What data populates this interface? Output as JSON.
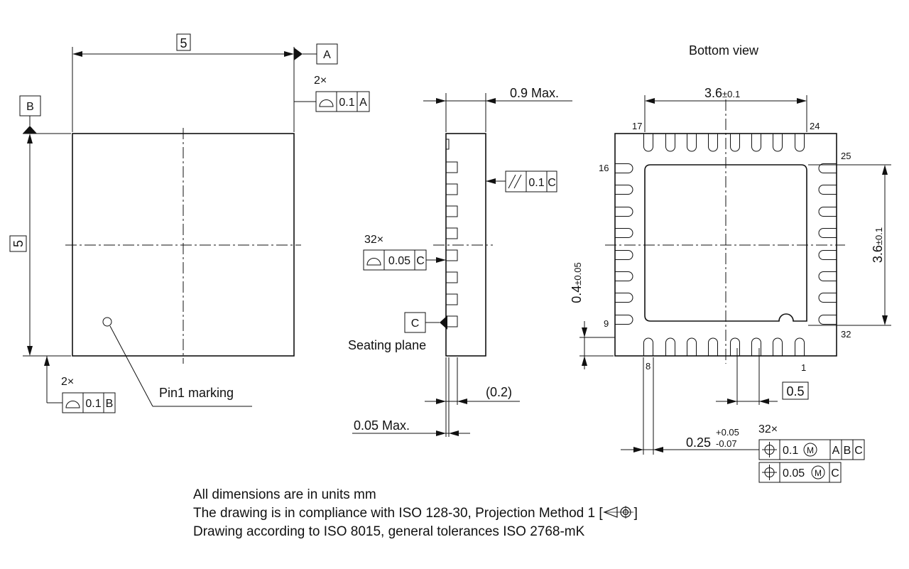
{
  "top_view": {
    "width_dim": "5",
    "height_dim": "5",
    "datum_a": "A",
    "datum_b": "B",
    "tol_a": {
      "count": "2×",
      "value": "0.1",
      "datum": "A"
    },
    "tol_b": {
      "count": "2×",
      "value": "0.1",
      "datum": "B"
    },
    "pin1_label": "Pin1 marking"
  },
  "side_view": {
    "height_label": "0.9 Max.",
    "parallel_tol": {
      "value": "0.1",
      "datum": "C"
    },
    "profile_tol": {
      "count": "32×",
      "value": "0.05",
      "datum": "C"
    },
    "datum_c": "C",
    "seating_plane_label": "Seating plane",
    "standoff_label": "(0.2)",
    "lead_label": "0.05 Max."
  },
  "bottom_view": {
    "title": "Bottom view",
    "width_label": "3.6",
    "width_tol": "±0.1",
    "height_label": "3.6",
    "height_tol": "±0.1",
    "pad_length_label": "0.4",
    "pad_length_tol": "±0.05",
    "pitch_label": "0.5",
    "pad_width_label": "0.25",
    "pad_width_tol_plus": "+0.05",
    "pad_width_tol_minus": "-0.07",
    "pins": {
      "p1": "1",
      "p8": "8",
      "p9": "9",
      "p16": "16",
      "p17": "17",
      "p24": "24",
      "p25": "25",
      "p32": "32"
    },
    "position_tol": {
      "count": "32×",
      "row1": {
        "value": "0.1",
        "modifier": "M",
        "datums": [
          "A",
          "B",
          "C"
        ]
      },
      "row2": {
        "value": "0.05",
        "modifier": "M",
        "datums": [
          "C"
        ]
      }
    }
  },
  "notes": {
    "line1": "All dimensions are in units mm",
    "line2_prefix": "The drawing is in compliance with ISO 128-30, Projection Method 1 [",
    "line2_suffix": "]",
    "line3": "Drawing according to ISO 8015, general tolerances ISO 2768-mK"
  }
}
